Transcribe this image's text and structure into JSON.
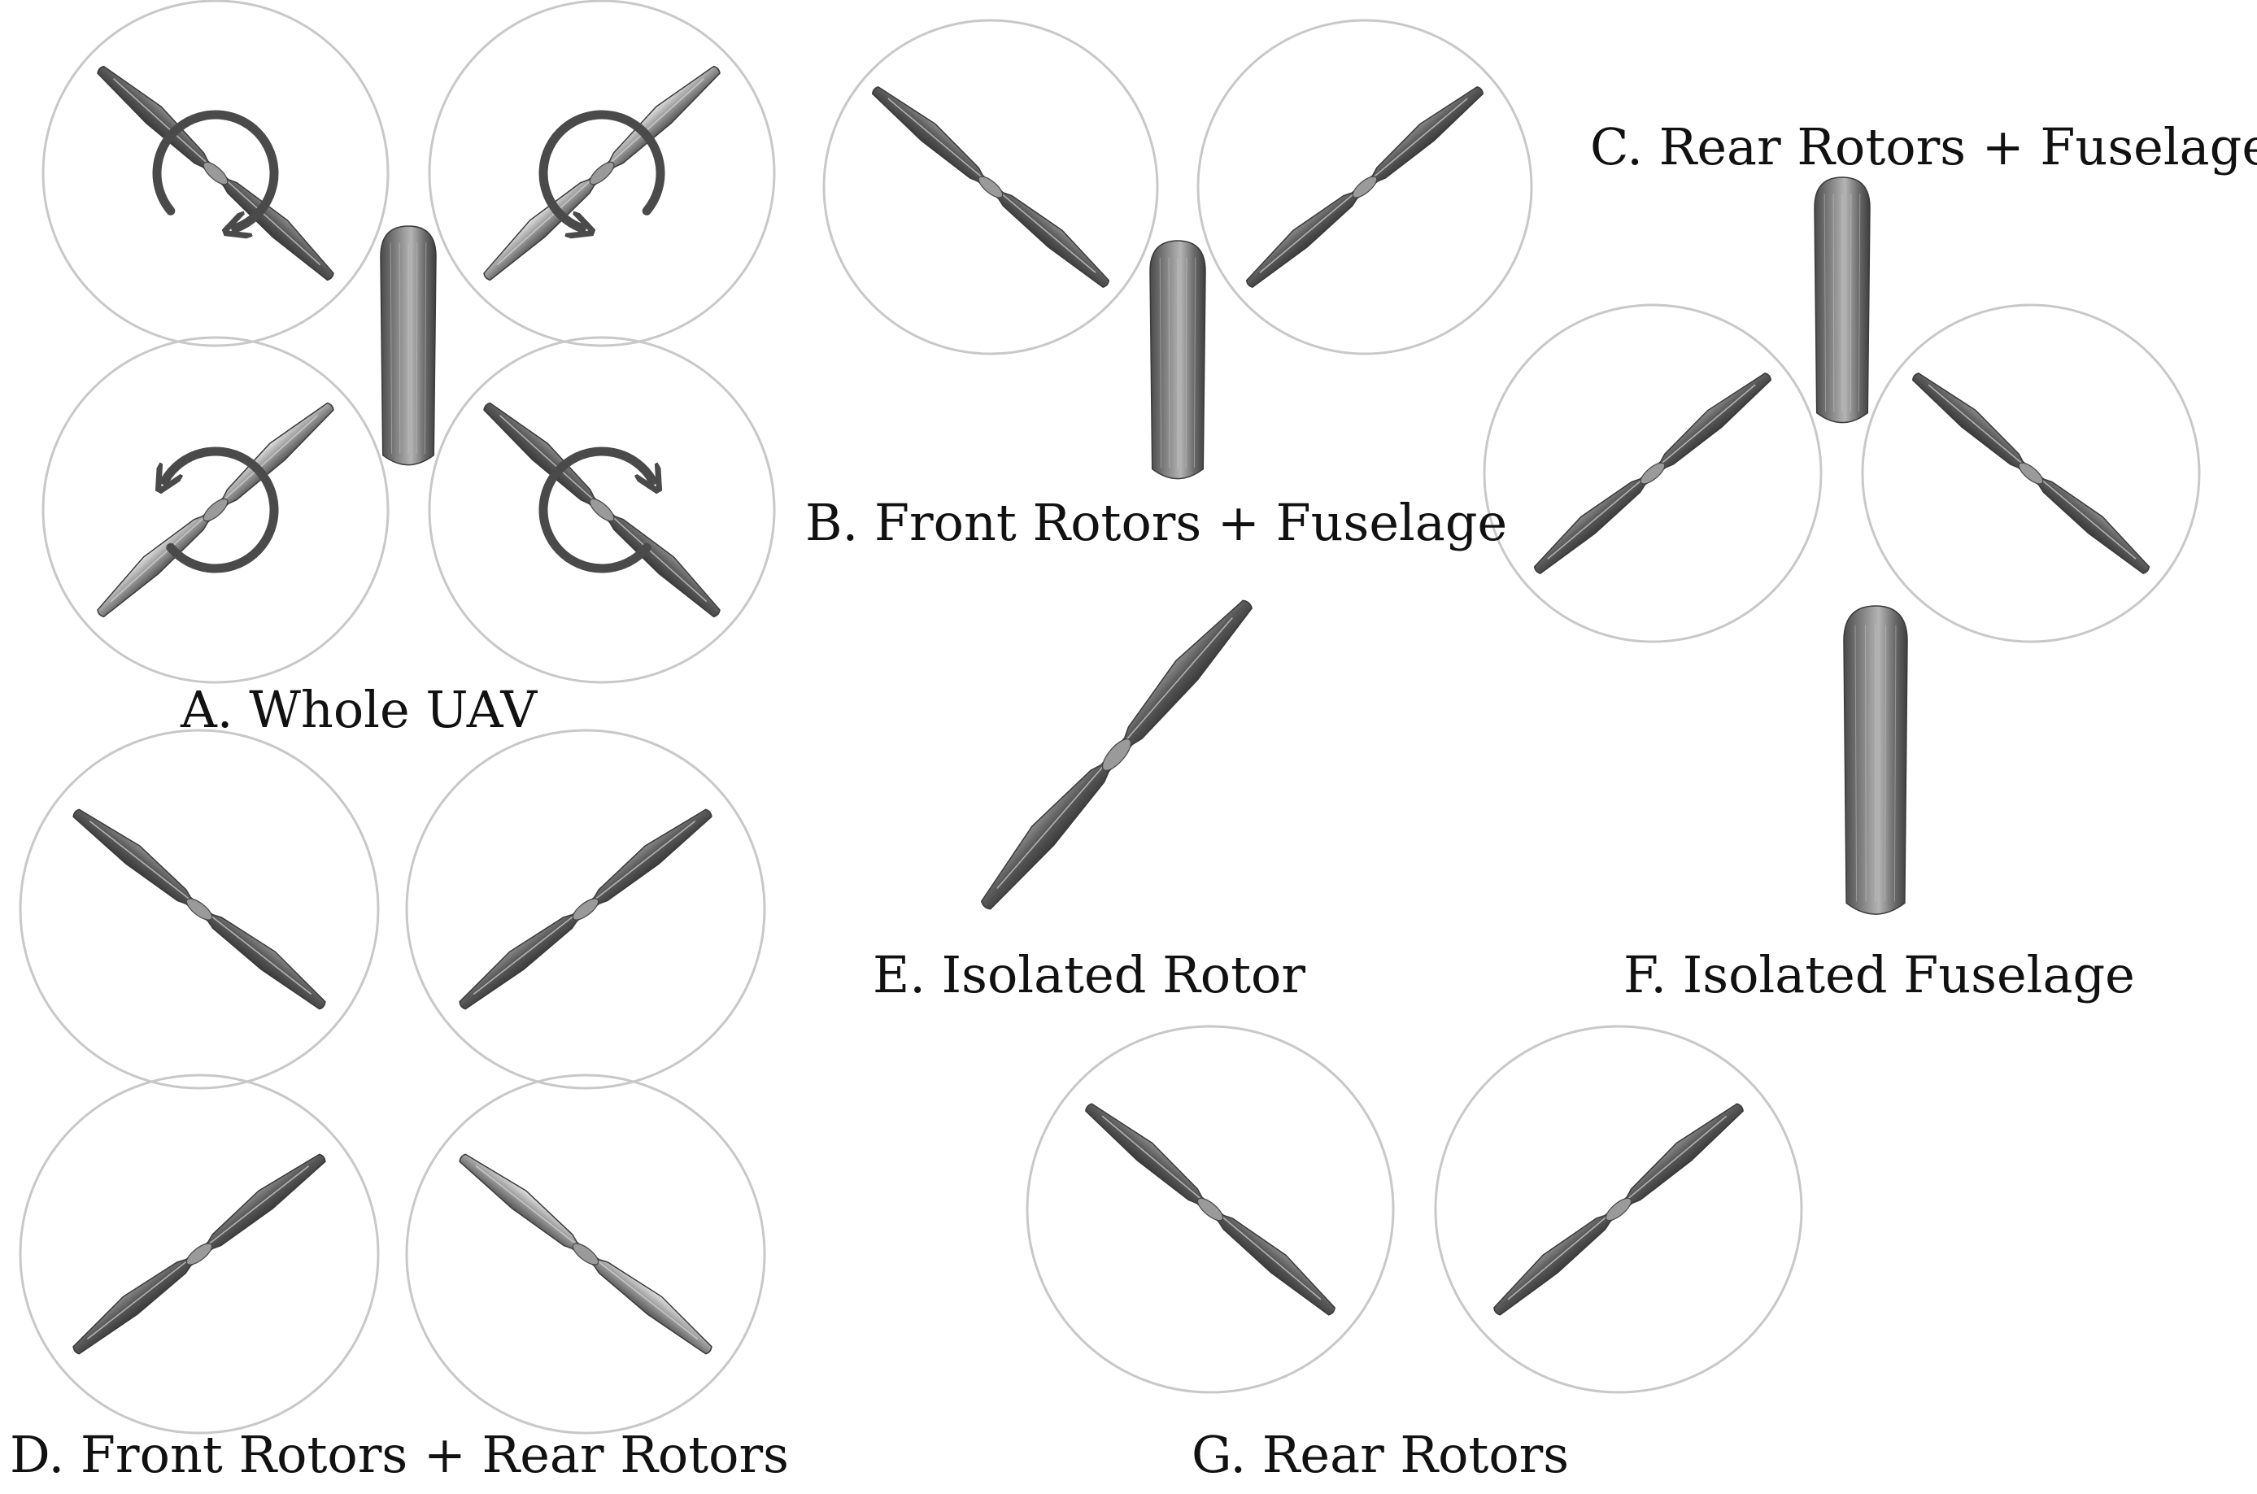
{
  "figure": {
    "panels": [
      {
        "id": "A",
        "caption": "A. Whole UAV"
      },
      {
        "id": "B",
        "caption": "B. Front Rotors + Fuselage"
      },
      {
        "id": "C",
        "caption": "C. Rear Rotors + Fuselage"
      },
      {
        "id": "D",
        "caption": "D. Front Rotors + Rear Rotors"
      },
      {
        "id": "E",
        "caption": "E. Isolated Rotor"
      },
      {
        "id": "F",
        "caption": "F. Isolated Fuselage"
      },
      {
        "id": "G",
        "caption": "G. Rear Rotors"
      }
    ]
  },
  "colors": {
    "background": "#ffffff",
    "disk_outline": "#c8c8c8",
    "blade_dark": "#3c3c3c",
    "blade_mid": "#6e6e6e",
    "blade_light": "#bdbdbd",
    "rotation_arrow": "#4a4a4a",
    "text": "#111111"
  }
}
